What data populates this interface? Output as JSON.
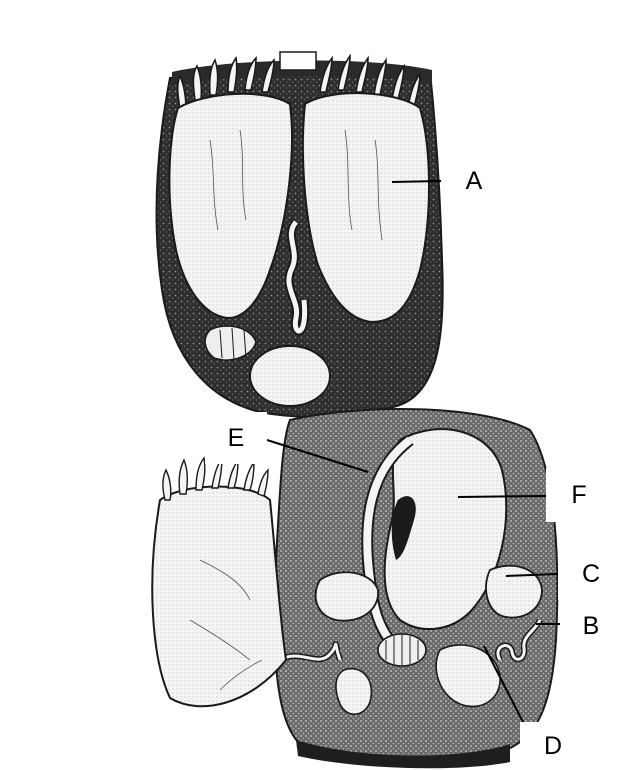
{
  "figure": {
    "labels": {
      "a": "A",
      "b": "B",
      "c": "C",
      "d": "D",
      "e": "E",
      "f": "F"
    },
    "colors": {
      "ink": "#1a1a1a",
      "dark_tissue": "#3a3a3a",
      "organ_fill": "#f2f2f2",
      "background": "#ffffff"
    }
  }
}
